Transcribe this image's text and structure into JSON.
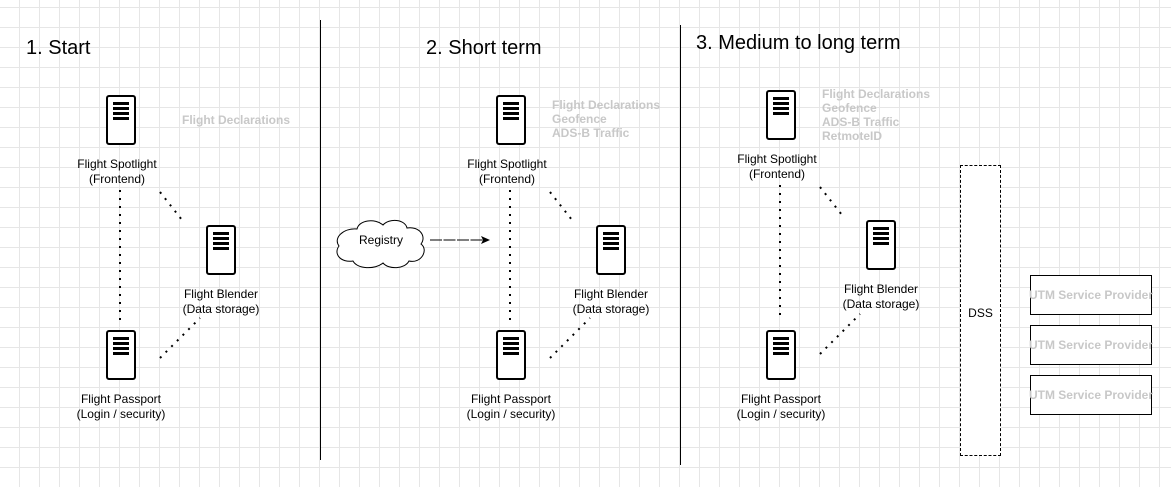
{
  "phases": [
    {
      "heading": "1. Start",
      "info": [
        "Flight Declarations"
      ],
      "spotlight": {
        "name": "Flight Spotlight",
        "role": "(Frontend)"
      },
      "blender": {
        "name": "Flight Blender",
        "role": "(Data storage)"
      },
      "passport": {
        "name": "Flight Passport",
        "role": "(Login / security)"
      }
    },
    {
      "heading": "2. Short term",
      "info": [
        "Flight Declarations",
        "Geofence",
        "ADS-B Traffic"
      ],
      "spotlight": {
        "name": "Flight Spotlight",
        "role": "(Frontend)"
      },
      "blender": {
        "name": "Flight Blender",
        "role": "(Data storage)"
      },
      "passport": {
        "name": "Flight Passport",
        "role": "(Login / security)"
      },
      "registry": "Registry"
    },
    {
      "heading": "3. Medium to long term",
      "info": [
        "Flight Declarations",
        "Geofence",
        "ADS-B Traffic",
        "RetmoteID"
      ],
      "spotlight": {
        "name": "Flight Spotlight",
        "role": "(Frontend)"
      },
      "blender": {
        "name": "Flight Blender",
        "role": "(Data storage)"
      },
      "passport": {
        "name": "Flight Passport",
        "role": "(Login / security)"
      },
      "dss": "DSS",
      "utm_providers": [
        "UTM Service Provider",
        "UTM Service Provider",
        "UTM Service Provider"
      ]
    }
  ],
  "icons": {
    "server": "server-icon",
    "cloud": "cloud-shape",
    "arrow": "arrow-right-icon"
  },
  "colors": {
    "line": "#000000",
    "faded_text": "#c8c8c8",
    "grid": "#e6e6e6"
  }
}
